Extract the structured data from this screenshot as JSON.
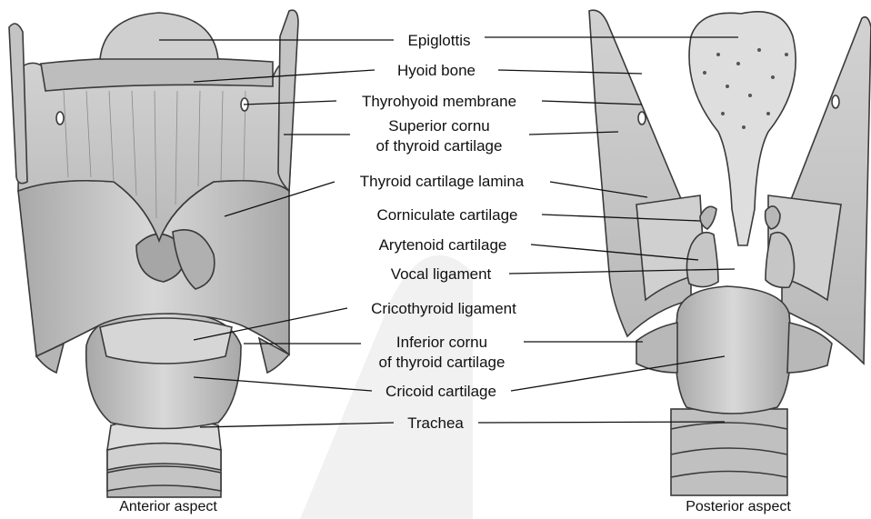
{
  "captions": {
    "anterior": "Anterior aspect",
    "posterior": "Posterior aspect"
  },
  "labels": {
    "epiglottis": "Epiglottis",
    "hyoid_bone": "Hyoid bone",
    "thyrohyoid_membrane": "Thyrohyoid membrane",
    "superior_cornu_line1": "Superior cornu",
    "superior_cornu_line2": "of thyroid cartilage",
    "thyroid_cartilage_lamina": "Thyroid cartilage lamina",
    "corniculate_cartilage": "Corniculate cartilage",
    "arytenoid_cartilage": "Arytenoid cartilage",
    "vocal_ligament": "Vocal ligament",
    "cricothyroid_ligament": "Cricothyroid ligament",
    "inferior_cornu_line1": "Inferior cornu",
    "inferior_cornu_line2": "of thyroid cartilage",
    "cricoid_cartilage": "Cricoid cartilage",
    "trachea": "Trachea"
  },
  "colors": {
    "cartilage_fill": "#c9c9c9",
    "cartilage_shade": "#9a9a9a",
    "outline": "#3a3a3a",
    "watermark": "#efefef"
  }
}
